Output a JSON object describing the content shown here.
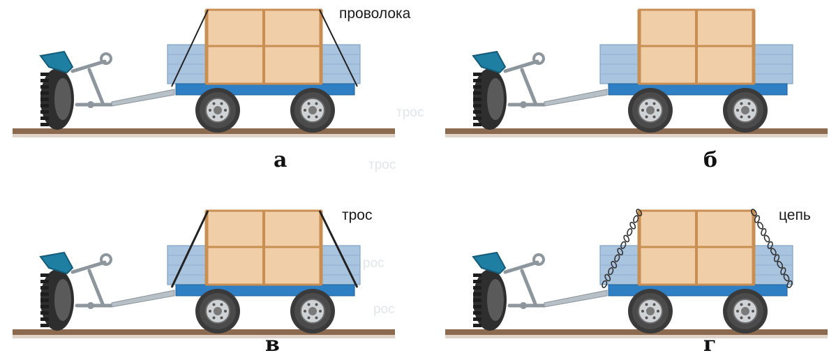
{
  "panels": [
    {
      "id": "a",
      "label": "а",
      "annotation": "проволока",
      "binding": "wire"
    },
    {
      "id": "b",
      "label": "б",
      "annotation": "",
      "binding": "none"
    },
    {
      "id": "v",
      "label": "в",
      "annotation": "трос",
      "binding": "rope"
    },
    {
      "id": "g",
      "label": "г",
      "annotation": "цепь",
      "binding": "chain"
    }
  ],
  "ghost_text": [
    "трос",
    "трос",
    "рос",
    "рос"
  ],
  "colors": {
    "ground": "#8b6a4f",
    "trailer_blue": "#2f7fc4",
    "trailer_side": "#a9c4df",
    "crate": "#f0cfa8",
    "crate_frame": "#c98e52",
    "tractor_teal": "#1f7fa3",
    "tire": "#3a3a3a",
    "drawbar": "#b7c0c6"
  }
}
